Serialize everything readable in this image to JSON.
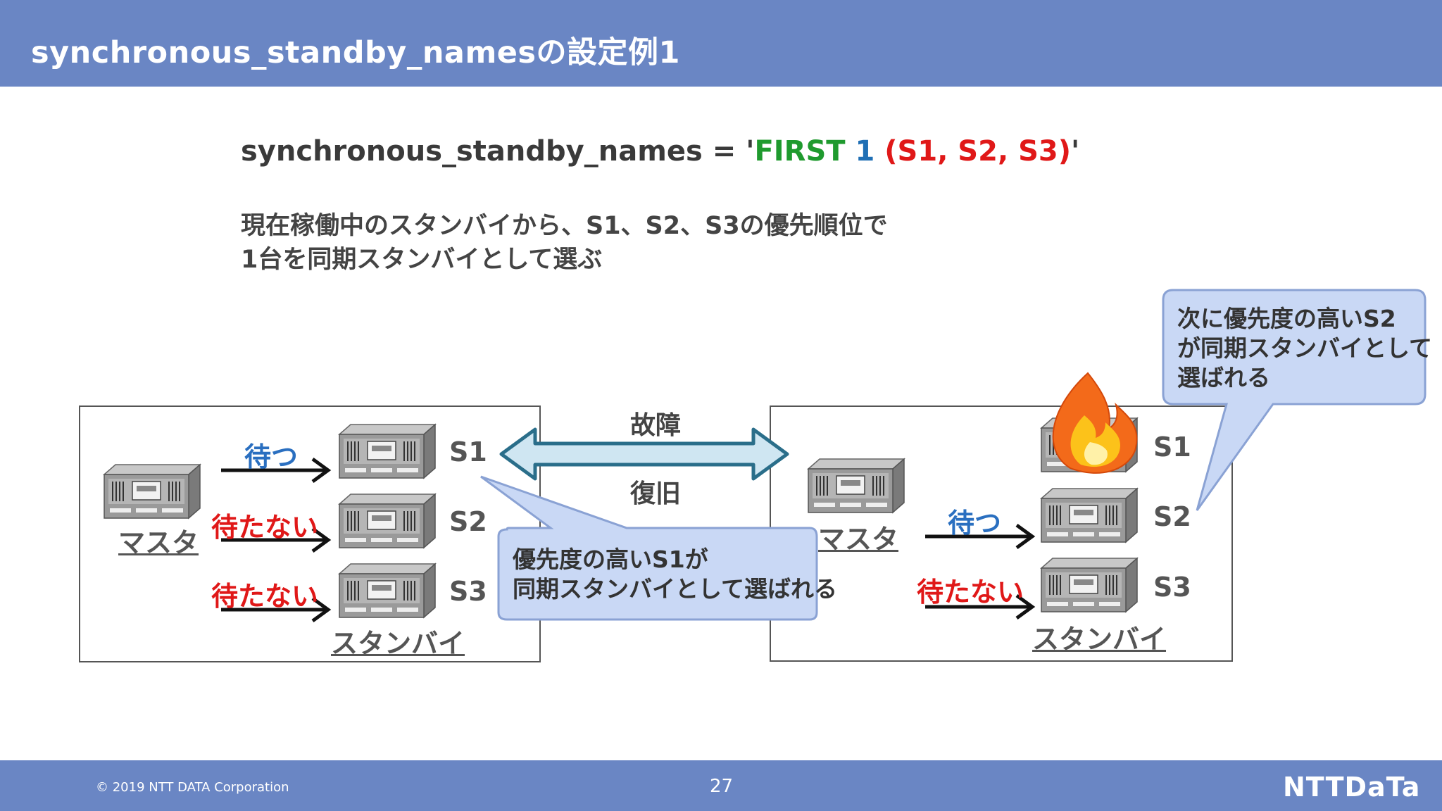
{
  "header": {
    "title": "synchronous_standby_namesの設定例1"
  },
  "config_line": {
    "prefix": "synchronous_standby_names = '",
    "keyword": "FIRST",
    "number": "1",
    "list": "(S1, S2, S3)",
    "suffix": "'"
  },
  "description": {
    "line1": "現在稼働中のスタンバイから、S1、S2、S3の優先順位で",
    "line2": "1台を同期スタンバイとして選ぶ"
  },
  "left": {
    "master_label": "マスタ",
    "standby_label": "スタンバイ",
    "arrow_labels": [
      "待つ",
      "待たない",
      "待たない"
    ],
    "server_labels": [
      "S1",
      "S2",
      "S3"
    ]
  },
  "transition": {
    "top_label": "故障",
    "bottom_label": "復旧"
  },
  "callout_left": {
    "line1": "優先度の高いS1が",
    "line2": "同期スタンバイとして選ばれる"
  },
  "right": {
    "master_label": "マスタ",
    "standby_label": "スタンバイ",
    "arrow_labels": [
      "待つ",
      "待たない"
    ],
    "server_labels": [
      "S1",
      "S2",
      "S3"
    ]
  },
  "callout_right": {
    "line1": "次に優先度の高いS2",
    "line2": "が同期スタンバイとして",
    "line3": "選ばれる"
  },
  "footer": {
    "copyright": "© 2019 NTT DATA Corporation",
    "page_number": "27",
    "logo": "NTTDaTa"
  },
  "colors": {
    "header_bg": "#6a86c4",
    "keyword_green": "#1f9a2e",
    "number_blue": "#1f6fb5",
    "list_red": "#e01818",
    "wait_blue": "#2a6fc0",
    "nowait_red": "#e01818",
    "callout_fill": "#c9d8f5",
    "arrow_fill": "#cfe6f2"
  },
  "icons": [
    "server-icon",
    "fire-icon",
    "double-arrow-icon",
    "right-arrow-icon"
  ]
}
